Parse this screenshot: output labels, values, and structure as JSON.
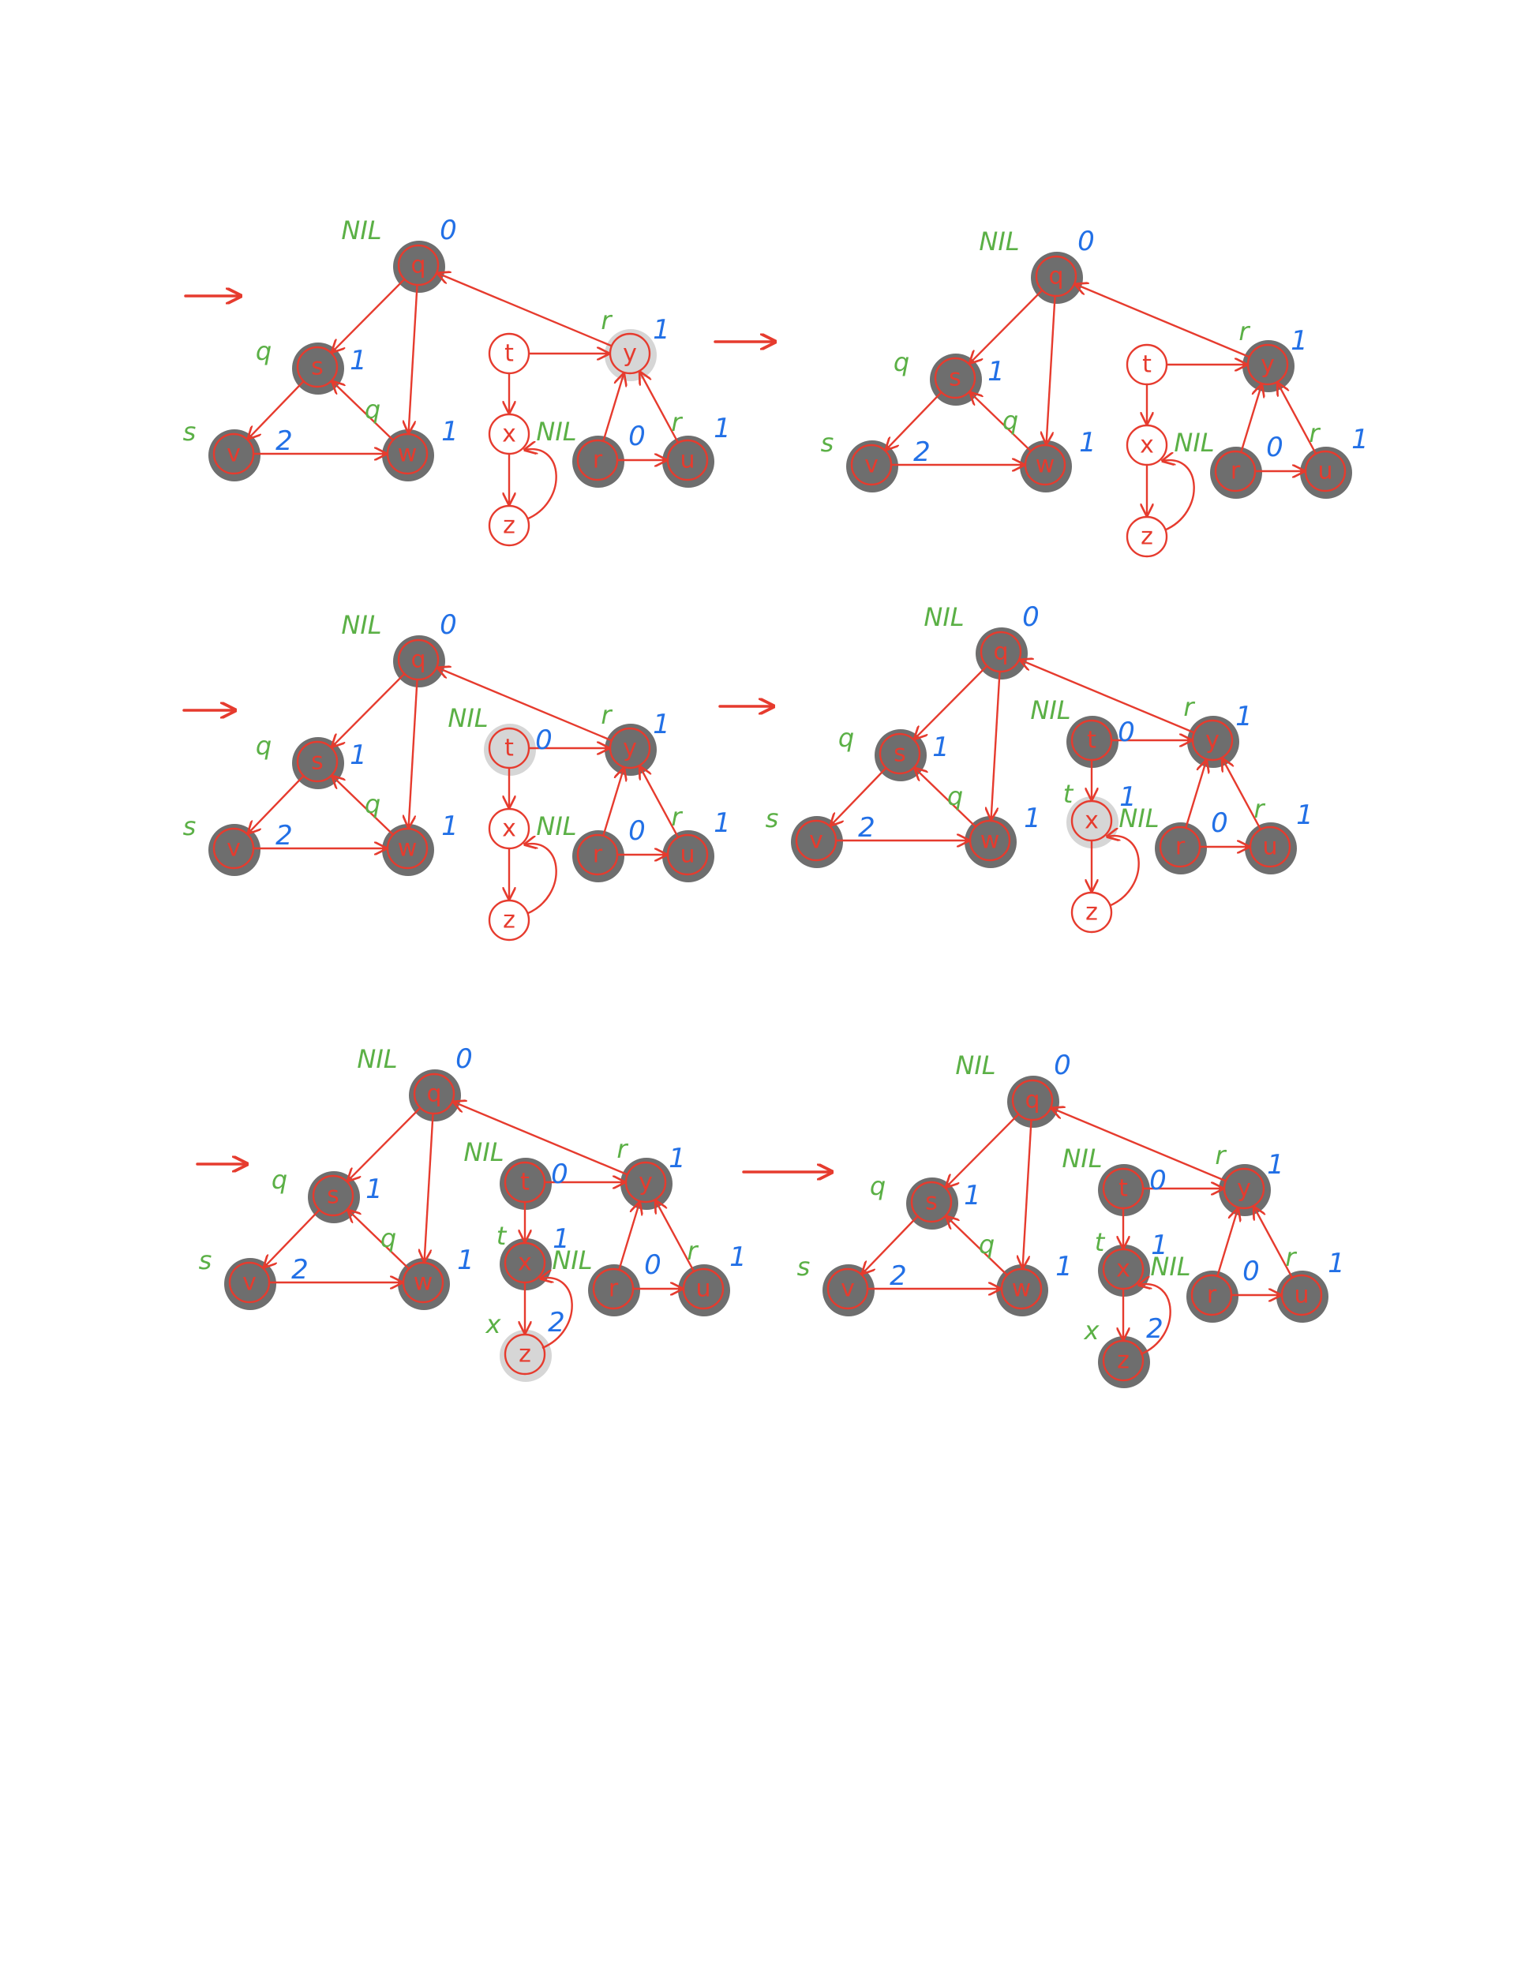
{
  "nodes": [
    "q",
    "s",
    "v",
    "w",
    "t",
    "x",
    "z",
    "y",
    "r",
    "u"
  ],
  "edges": [
    [
      "q",
      "s"
    ],
    [
      "q",
      "w"
    ],
    [
      "s",
      "v"
    ],
    [
      "v",
      "w"
    ],
    [
      "w",
      "s"
    ],
    [
      "y",
      "q"
    ],
    [
      "t",
      "y"
    ],
    [
      "t",
      "x"
    ],
    [
      "x",
      "z"
    ],
    [
      "z",
      "x"
    ],
    [
      "r",
      "y"
    ],
    [
      "u",
      "y"
    ],
    [
      "r",
      "u"
    ]
  ],
  "colors": {
    "edge": "#e63b2e",
    "black": "#6e6e6e",
    "gray": "#d6d6d6",
    "white": "#ffffff",
    "parent_text": "#5bb046",
    "dist_text": "#2270e6"
  },
  "frames": [
    {
      "colors": {
        "q": "black",
        "s": "black",
        "v": "black",
        "w": "black",
        "t": "white",
        "x": "white",
        "z": "white",
        "y": "gray",
        "r": "black",
        "u": "black"
      },
      "parents": {
        "q": "NIL",
        "s": "q",
        "v": "s",
        "w": "q",
        "y": "r",
        "r": "NIL",
        "u": "r"
      },
      "distances": {
        "q": "0",
        "s": "1",
        "v": "2",
        "w": "1",
        "y": "1",
        "r": "0",
        "u": "1"
      }
    },
    {
      "colors": {
        "q": "black",
        "s": "black",
        "v": "black",
        "w": "black",
        "t": "white",
        "x": "white",
        "z": "white",
        "y": "black",
        "r": "black",
        "u": "black"
      },
      "parents": {
        "q": "NIL",
        "s": "q",
        "v": "s",
        "w": "q",
        "y": "r",
        "r": "NIL",
        "u": "r"
      },
      "distances": {
        "q": "0",
        "s": "1",
        "v": "2",
        "w": "1",
        "y": "1",
        "r": "0",
        "u": "1"
      }
    },
    {
      "colors": {
        "q": "black",
        "s": "black",
        "v": "black",
        "w": "black",
        "t": "gray",
        "x": "white",
        "z": "white",
        "y": "black",
        "r": "black",
        "u": "black"
      },
      "parents": {
        "q": "NIL",
        "s": "q",
        "v": "s",
        "w": "q",
        "t": "NIL",
        "y": "r",
        "r": "NIL",
        "u": "r"
      },
      "distances": {
        "q": "0",
        "s": "1",
        "v": "2",
        "w": "1",
        "t": "0",
        "y": "1",
        "r": "0",
        "u": "1"
      }
    },
    {
      "colors": {
        "q": "black",
        "s": "black",
        "v": "black",
        "w": "black",
        "t": "black",
        "x": "gray",
        "z": "white",
        "y": "black",
        "r": "black",
        "u": "black"
      },
      "parents": {
        "q": "NIL",
        "s": "q",
        "v": "s",
        "w": "q",
        "t": "NIL",
        "x": "t",
        "y": "r",
        "r": "NIL",
        "u": "r"
      },
      "distances": {
        "q": "0",
        "s": "1",
        "v": "2",
        "w": "1",
        "t": "0",
        "x": "1",
        "y": "1",
        "r": "0",
        "u": "1"
      }
    },
    {
      "colors": {
        "q": "black",
        "s": "black",
        "v": "black",
        "w": "black",
        "t": "black",
        "x": "black",
        "z": "gray",
        "y": "black",
        "r": "black",
        "u": "black"
      },
      "parents": {
        "q": "NIL",
        "s": "q",
        "v": "s",
        "w": "q",
        "t": "NIL",
        "x": "t",
        "z": "x",
        "y": "r",
        "r": "NIL",
        "u": "r"
      },
      "distances": {
        "q": "0",
        "s": "1",
        "v": "2",
        "w": "1",
        "t": "0",
        "x": "1",
        "z": "2",
        "y": "1",
        "r": "0",
        "u": "1"
      }
    },
    {
      "colors": {
        "q": "black",
        "s": "black",
        "v": "black",
        "w": "black",
        "t": "black",
        "x": "black",
        "z": "black",
        "y": "black",
        "r": "black",
        "u": "black"
      },
      "parents": {
        "q": "NIL",
        "s": "q",
        "v": "s",
        "w": "q",
        "t": "NIL",
        "x": "t",
        "z": "x",
        "y": "r",
        "r": "NIL",
        "u": "r"
      },
      "distances": {
        "q": "0",
        "s": "1",
        "v": "2",
        "w": "1",
        "t": "0",
        "x": "1",
        "z": "2",
        "y": "1",
        "r": "0",
        "u": "1"
      }
    }
  ]
}
